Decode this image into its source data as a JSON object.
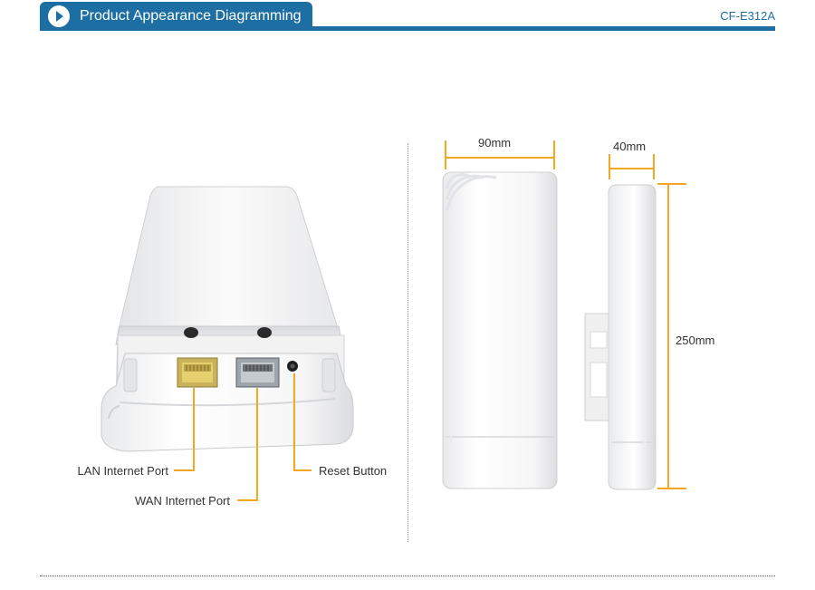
{
  "header": {
    "title": "Product Appearance Diagramming",
    "model": "CF-E312A"
  },
  "ports": {
    "lan": "LAN Internet Port",
    "wan": "WAN Internet Port",
    "reset": "Reset Button"
  },
  "dimensions": {
    "front_width": "90mm",
    "side_depth": "40mm",
    "height": "250mm"
  },
  "colors": {
    "accent": "#1d6fa3",
    "callout": "#f5a623"
  }
}
